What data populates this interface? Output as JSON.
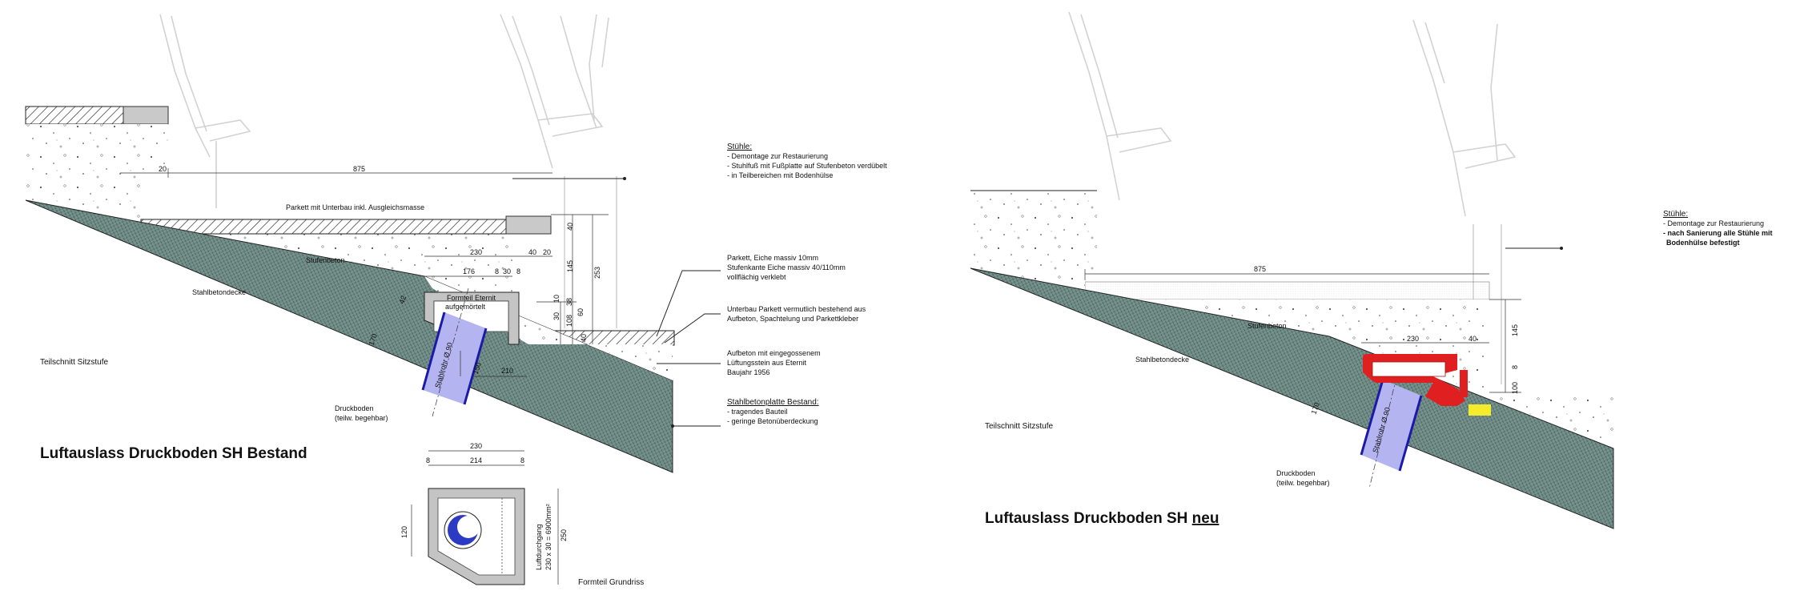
{
  "left": {
    "title": "Luftauslass Druckboden SH Bestand",
    "section_label": "Teilschnitt Sitzstufe",
    "plan_label": "Formteil Grundriss",
    "labels": {
      "parkett_unterbau": "Parkett mit Unterbau inkl. Ausgleichsmasse",
      "stufenbeton": "Stufenbeton",
      "stahlbetondecke": "Stahlbetondecke",
      "formteil_1": "Formteil Eternit",
      "formteil_2": "aufgemörtelt",
      "stahlrohr": "Stahlrohr Ø 90",
      "druckboden_1": "Druckboden",
      "druckboden_2": "(teilw. begehbar)",
      "luftdurchgang_1": "Luftdurchgang",
      "luftdurchgang_2": "230 x 30 = 6900mm²"
    },
    "dims": {
      "d875": "875",
      "d20a": "20",
      "d230": "230",
      "d40": "40",
      "d20b": "20",
      "d176": "176",
      "d8a": "8",
      "d30": "30",
      "d8b": "8",
      "d40v": "40",
      "d145": "145",
      "d253": "253",
      "d10": "10",
      "d30v": "30",
      "d38": "38",
      "d60": "60",
      "d108": "108",
      "d40w": "40",
      "d42": "42",
      "d170": "170",
      "d150": "150",
      "d210": "210",
      "p230": "230",
      "p8a": "8",
      "p214": "214",
      "p8b": "8",
      "p120": "120",
      "p250": "250"
    },
    "notes": {
      "stuehle_head": "Stühle:",
      "stuehle_1": "- Demontage zur Restaurierung",
      "stuehle_2": "- Stuhlfuß mit Fußplatte auf Stufenbeton verdübelt",
      "stuehle_3": "- in Teilbereichen mit Bodenhülse",
      "parkett_1": "Parkett, Eiche massiv 10mm",
      "parkett_2": "Stufenkante Eiche massiv 40/110mm",
      "parkett_3": "vollflächig verklebt",
      "unterbau_1": "Unterbau Parkett vermutlich bestehend aus",
      "unterbau_2": "Aufbeton, Spachtelung und Parkettkleber",
      "aufbeton_1": "Aufbeton mit eingegossenem",
      "aufbeton_2": "Lüftungsstein aus Eternit",
      "aufbeton_3": "Baujahr 1956",
      "platte_head": "Stahlbetonplatte Bestand:",
      "platte_1": "- tragendes Bauteil",
      "platte_2": "- geringe Betonüberdeckung"
    }
  },
  "right": {
    "title_main": "Luftauslass Druckboden SH ",
    "title_underlined": "neu",
    "section_label": "Teilschnitt Sitzstufe",
    "labels": {
      "stufenbeton": "Stufenbeton",
      "stahlbetondecke": "Stahlbetondecke",
      "stahlrohr": "Stahlrohr Ø 90",
      "druckboden_1": "Druckboden",
      "druckboden_2": "(teilw. begehbar)"
    },
    "dims": {
      "d875": "875",
      "d230": "230",
      "d40": "40",
      "d145": "145",
      "d8": "8",
      "d100": "100",
      "d170": "170"
    },
    "notes": {
      "stuehle_head": "Stühle:",
      "stuehle_1": "- Demontage zur Restaurierung",
      "stuehle_2": "- nach Sanierung alle Stühle mit",
      "stuehle_3": "Bodenhülse befestigt"
    }
  },
  "colors": {
    "hatch": "#4e6e68",
    "pipe": "#b4b4f0",
    "pipe_edge": "#1a1aa8",
    "new_part": "#e02020",
    "highlight": "#f4ec2a"
  }
}
